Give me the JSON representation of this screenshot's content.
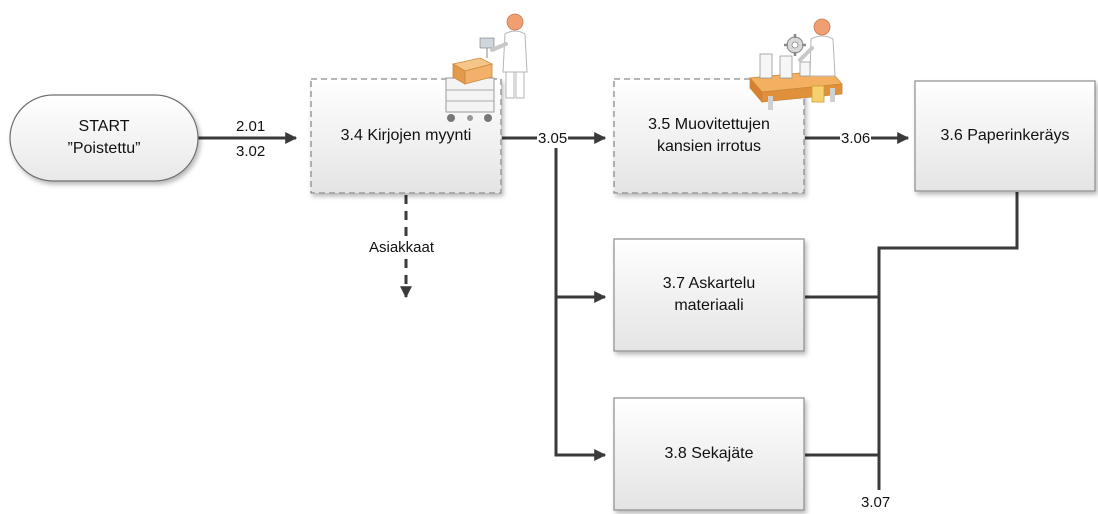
{
  "diagram": {
    "nodes": {
      "start": {
        "line1": "START",
        "line2": "”Poistettu”"
      },
      "kirjojen_myynti": "3.4 Kirjojen myynti",
      "muovitettujen": {
        "line1": "3.5 Muovitettujen",
        "line2": "kansien irrotus"
      },
      "paperinkerays": "3.6 Paperinkeräys",
      "askartelu": {
        "line1": "3.7 Askartelu",
        "line2": "materiaali"
      },
      "sekajate": "3.8 Sekajäte"
    },
    "edge_labels": {
      "start_to_34_a": "2.01",
      "start_to_34_b": "3.02",
      "from_34": "3.05",
      "from_35": "3.06",
      "asiakkaat": "Asiakkaat",
      "bottom": "3.07"
    },
    "icons": [
      "worker-with-cart-icon",
      "worker-at-conveyor-icon"
    ],
    "colors": {
      "box_fill_top": "#ffffff",
      "box_fill_bottom": "#e6e6e6",
      "box_border": "#8c8c8c",
      "dashed_border": "#8c8c8c",
      "connector": "#3a3a3a"
    }
  }
}
